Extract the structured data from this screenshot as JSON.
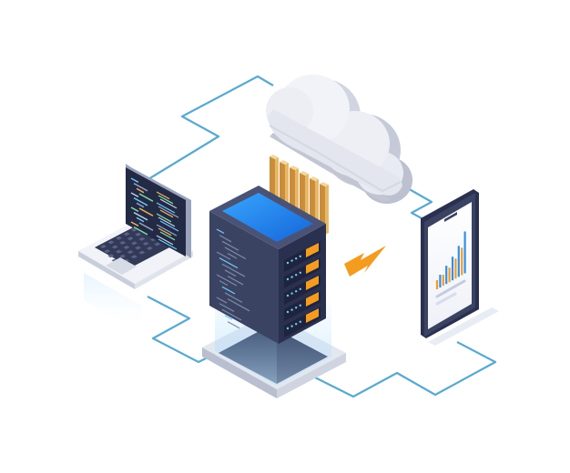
{
  "scene": {
    "nodes": [
      "cloud-storage",
      "server-rack",
      "laptop",
      "smartphone"
    ],
    "connections": [
      {
        "from": "laptop",
        "to": "cloud-storage"
      },
      {
        "from": "laptop",
        "to": "server-rack"
      },
      {
        "from": "smartphone",
        "to": "cloud-storage"
      },
      {
        "from": "smartphone",
        "to": "server-rack"
      }
    ],
    "flow_arrow": {
      "from": "smartphone",
      "to": "server-rack"
    },
    "server_drive_bays": 5,
    "cloud_server_cables": 6
  },
  "icons": {
    "cloud": "cloud-icon",
    "server": "server-rack-icon",
    "laptop": "laptop-icon",
    "phone": "smartphone-icon",
    "chart": "bar-chart-icon",
    "arrow": "arrow-left-icon"
  },
  "colors": {
    "network_line": "#5aa9d0",
    "cloud": "#e9ebf2",
    "server_body": "#3b4363",
    "server_side": "#2a3050",
    "server_top_glow": "#1f8ef5",
    "drive_bay": "#f39c1f",
    "arrow": "#f39c1f",
    "cable": "#e7b866",
    "laptop_screen": "#232a44",
    "chart_bars": [
      "#f39c1f",
      "#2f8ff0"
    ]
  }
}
